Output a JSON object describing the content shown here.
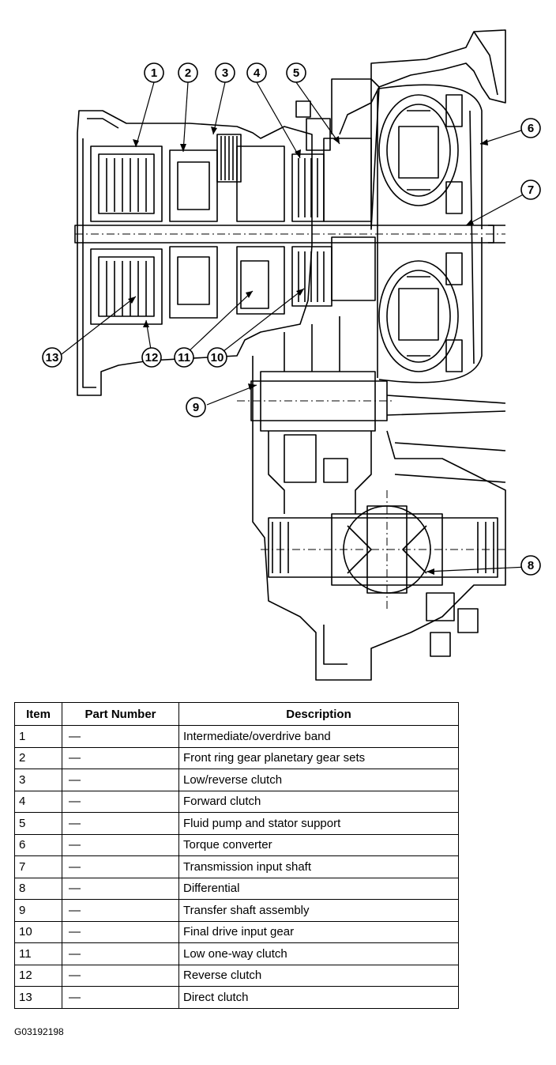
{
  "callouts": [
    {
      "num": "1"
    },
    {
      "num": "2"
    },
    {
      "num": "3"
    },
    {
      "num": "4"
    },
    {
      "num": "5"
    },
    {
      "num": "6"
    },
    {
      "num": "7"
    },
    {
      "num": "8"
    },
    {
      "num": "9"
    },
    {
      "num": "10"
    },
    {
      "num": "11"
    },
    {
      "num": "12"
    },
    {
      "num": "13"
    }
  ],
  "table": {
    "headers": {
      "item": "Item",
      "part_number": "Part Number",
      "description": "Description"
    },
    "rows": [
      {
        "item": "1",
        "part_number": "—",
        "description": "Intermediate/overdrive band"
      },
      {
        "item": "2",
        "part_number": "—",
        "description": "Front ring gear planetary gear sets"
      },
      {
        "item": "3",
        "part_number": "—",
        "description": "Low/reverse clutch"
      },
      {
        "item": "4",
        "part_number": "—",
        "description": "Forward clutch"
      },
      {
        "item": "5",
        "part_number": "—",
        "description": "Fluid pump and stator support"
      },
      {
        "item": "6",
        "part_number": "—",
        "description": "Torque converter"
      },
      {
        "item": "7",
        "part_number": "—",
        "description": "Transmission input shaft"
      },
      {
        "item": "8",
        "part_number": "—",
        "description": "Differential"
      },
      {
        "item": "9",
        "part_number": "—",
        "description": "Transfer shaft assembly"
      },
      {
        "item": "10",
        "part_number": "—",
        "description": "Final drive input gear"
      },
      {
        "item": "11",
        "part_number": "—",
        "description": "Low one-way clutch"
      },
      {
        "item": "12",
        "part_number": "—",
        "description": "Reverse clutch"
      },
      {
        "item": "13",
        "part_number": "—",
        "description": "Direct clutch"
      }
    ]
  },
  "figure_id": "G03192198"
}
